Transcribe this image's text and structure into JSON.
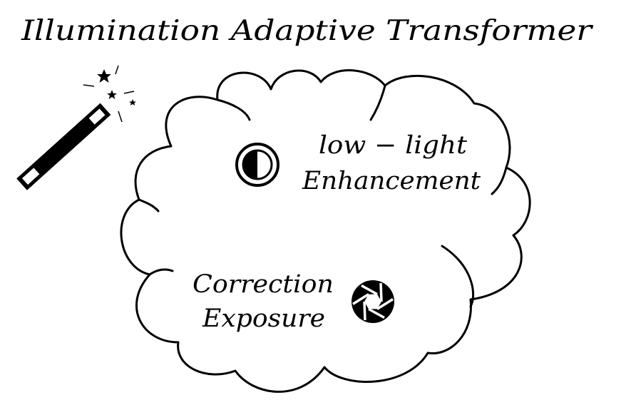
{
  "title": "Illumination Adaptive Transformer",
  "tasks": {
    "low_light": {
      "line1": "low − light",
      "line2": "Enhancement",
      "icon": "half-moon-contrast-icon"
    },
    "exposure": {
      "line1": "Correction",
      "line2": "Exposure",
      "icon": "camera-aperture-icon"
    }
  },
  "decorations": {
    "wand_icon": "magic-wand-icon",
    "sparkle_icon": "sparkle-stars-icon",
    "cloud_shape": "thought-cloud"
  },
  "colors": {
    "ink": "#000000",
    "background": "#ffffff"
  }
}
